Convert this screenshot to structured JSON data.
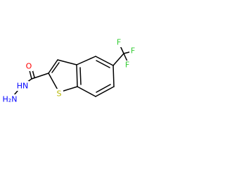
{
  "molecule": {
    "atoms": {
      "o_label": "O",
      "hn_label": "HN",
      "h2n_label": "H₂N",
      "s_label": "S",
      "f_top_label": "F",
      "f_right_label": "F",
      "f_bottom_label": "F"
    },
    "colors": {
      "oxygen": "#ff0000",
      "nitrogen": "#0000ff",
      "sulfur": "#b8b800",
      "fluorine": "#33cc33",
      "carbon_bond": "#000000"
    }
  }
}
